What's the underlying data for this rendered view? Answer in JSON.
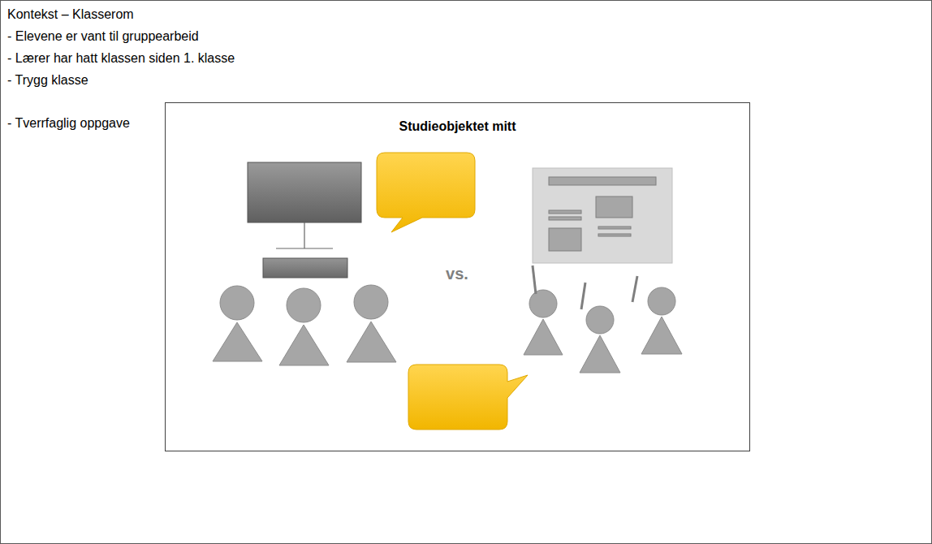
{
  "diagram": {
    "nodes": [
      {
        "text": [
          "Studieobjektet mitt"
        ]
      }
    ],
    "labels": [
      "Kontekst – Klasserom",
      "- Elevene er vant til gruppearbeid",
      "- Lærer har hatt klassen siden 1. klasse",
      "- Trygg klasse",
      "- Tverrfaglig oppgave",
      "vs."
    ]
  }
}
